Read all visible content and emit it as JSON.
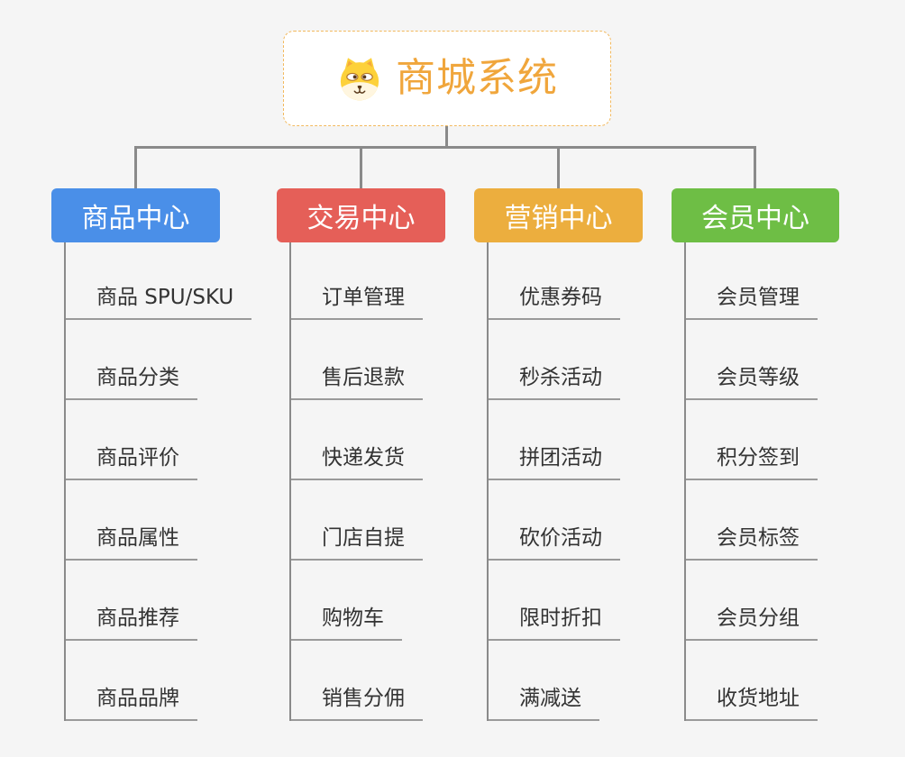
{
  "root": {
    "title": "商城系统",
    "icon": "dog-face-icon"
  },
  "colors": {
    "background": "#f5f5f5",
    "root_accent": "#f0a63c",
    "root_border": "#f2b95e",
    "connector": "#8a8a8a",
    "leaf_underline": "#9a9a9a",
    "leaf_text": "#333333"
  },
  "branches": [
    {
      "label": "商品中心",
      "color": "#4a8fe8",
      "items": [
        "商品 SPU/SKU",
        "商品分类",
        "商品评价",
        "商品属性",
        "商品推荐",
        "商品品牌"
      ]
    },
    {
      "label": "交易中心",
      "color": "#e55f58",
      "items": [
        "订单管理",
        "售后退款",
        "快递发货",
        "门店自提",
        "购物车",
        "销售分佣"
      ]
    },
    {
      "label": "营销中心",
      "color": "#ecae3e",
      "items": [
        "优惠券码",
        "秒杀活动",
        "拼团活动",
        "砍价活动",
        "限时折扣",
        "满减送"
      ]
    },
    {
      "label": "会员中心",
      "color": "#6ebe45",
      "items": [
        "会员管理",
        "会员等级",
        "积分签到",
        "会员标签",
        "会员分组",
        "收货地址"
      ]
    }
  ]
}
